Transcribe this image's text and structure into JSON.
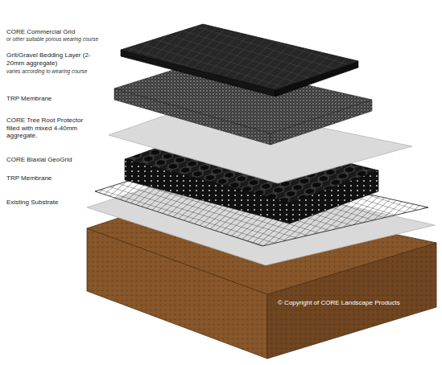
{
  "diagram": {
    "labels": [
      "CORE Commercial Grid",
      "or other suitable porous wearing course",
      "Grit/Gravel Bedding Layer (2-20mm aggregate)",
      "varies according to wearing course",
      "TRP Membrane",
      "CORE Tree Root Protector filled with mixed 4-40mm aggregate.",
      "CORE Biaxial GeoGrid",
      "TRP Membrane",
      "Existing Substrate",
      "© Copyright of CORE Landscape Products"
    ]
  }
}
